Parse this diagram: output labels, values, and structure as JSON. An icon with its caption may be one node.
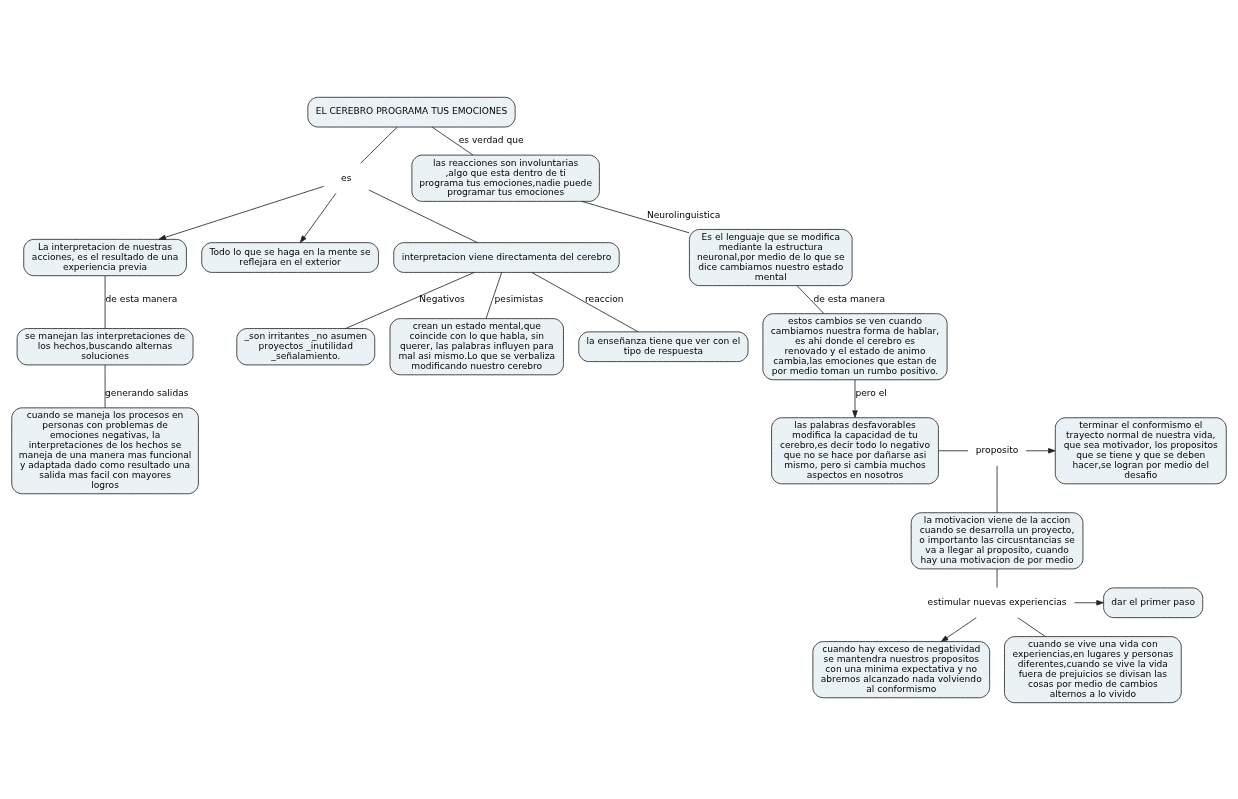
{
  "diagram": {
    "nodes": [
      {
        "text": [
          "EL CEREBRO PROGRAMA TUS EMOCIONES"
        ]
      },
      {
        "text": [
          "La interpretacion de nuestras acciones, es el resultado de una experiencia previa"
        ]
      },
      {
        "text": [
          "es"
        ]
      },
      {
        "text": [
          "Todo lo que se haga en la mente se reflejara en el exterior"
        ]
      },
      {
        "text": [
          "las reacciones son involuntarias ,algo que esta dentro de ti programa tus emociones,nadie puede programar tus emociones"
        ]
      },
      {
        "text": [
          "interpretacion viene directamenta del cerebro"
        ]
      },
      {
        "text": [
          "se manejan las interpretaciones de los hechos,buscando alternas soluciones"
        ]
      },
      {
        "text": [
          "_son irritantes _no asumen proyectos _inutilidad _señalamiento."
        ]
      },
      {
        "text": [
          "Es el lenguaje que se modifica mediante la estructura neuronal,por medio de lo que se dice cambiamos nuestro estado mental"
        ]
      },
      {
        "text": [
          "crean un estado mental,que coincide con lo que habla, sin querer, las palabras influyen para mal asi mismo.Lo que se verbaliza modificando nuestro cerebro"
        ]
      },
      {
        "text": [
          "la enseñanza tiene que ver con el tipo de respuesta"
        ]
      },
      {
        "text": [
          "cuando se maneja los procesos en personas con problemas de emociones negativas, la interpretaciones de los hechos se maneja de una manera mas funcional y adaptada dado como resultado una salida mas facil con mayores logros"
        ]
      },
      {
        "text": [
          "estos cambios se ven cuando cambiamos nuestra forma de hablar, es ahi donde el cerebro es renovado y el estado de animo cambia,las emociones que estan de por medio toman un rumbo positivo."
        ]
      },
      {
        "text": [
          "terminar el conformismo el trayecto normal de nuestra vida, que sea motivador, los propositos que se tiene y que se deben hacer,se logran por medio del desafio"
        ]
      },
      {
        "text": [
          "las palabras desfavorables modifica la capacidad de tu cerebro,es decir todo lo negativo que no se hace por dañarse asi mismo, pero si cambia muchos aspectos en nosotros"
        ]
      },
      {
        "text": [
          "proposito"
        ]
      },
      {
        "text": [
          "la motivacion viene de la accion cuando se desarrolla un proyecto, o importanto las circusntancias se va a llegar al proposito, cuando hay una motivacion de por medio"
        ]
      },
      {
        "text": [
          "cuando hay exceso de negatividad se mantendra nuestros propositos con una minima expectativa y no abremos alcanzado nada volviendo al conformismo"
        ]
      },
      {
        "text": [
          "estimular nuevas experiencias"
        ]
      },
      {
        "text": [
          "dar el primer paso"
        ]
      },
      {
        "text": [
          "cuando se vive una vida con experiencias,en lugares y personas diferentes,cuando se vive la vida fuera de prejuicios se divisan las cosas por medio de cambios alternos a lo vivido"
        ]
      }
    ],
    "edges": [
      {
        "from": 0,
        "to": 2,
        "arrow": "none"
      },
      {
        "from": 2,
        "to": 1,
        "arrow": "to"
      },
      {
        "from": 2,
        "to": 3,
        "arrow": "to"
      },
      {
        "from": 2,
        "to": 5,
        "arrow": "none"
      },
      {
        "from": 0,
        "to": 4,
        "arrow": "none",
        "label": "es verdad que"
      },
      {
        "from": 1,
        "to": 6,
        "arrow": "none",
        "label": "de esta manera"
      },
      {
        "from": 6,
        "to": 11,
        "arrow": "none",
        "label": "generando salidas"
      },
      {
        "from": 5,
        "to": 7,
        "arrow": "none",
        "label": "Negativos"
      },
      {
        "from": 5,
        "to": 9,
        "arrow": "none",
        "label": "pesimistas"
      },
      {
        "from": 5,
        "to": 10,
        "arrow": "none",
        "label": "reaccion"
      },
      {
        "from": 4,
        "to": 8,
        "arrow": "none",
        "label": "Neurolinguistica"
      },
      {
        "from": 8,
        "to": 12,
        "arrow": "none",
        "label": "de esta manera"
      },
      {
        "from": 12,
        "to": 14,
        "arrow": "to",
        "label": "pero el"
      },
      {
        "from": 14,
        "to": 15,
        "arrow": "none"
      },
      {
        "from": 15,
        "to": 13,
        "arrow": "to"
      },
      {
        "from": 15,
        "to": 16,
        "arrow": "none"
      },
      {
        "from": 16,
        "to": 18,
        "arrow": "none"
      },
      {
        "from": 18,
        "to": 17,
        "arrow": "to"
      },
      {
        "from": 18,
        "to": 19,
        "arrow": "to"
      },
      {
        "from": 18,
        "to": 20,
        "arrow": "none"
      }
    ]
  }
}
